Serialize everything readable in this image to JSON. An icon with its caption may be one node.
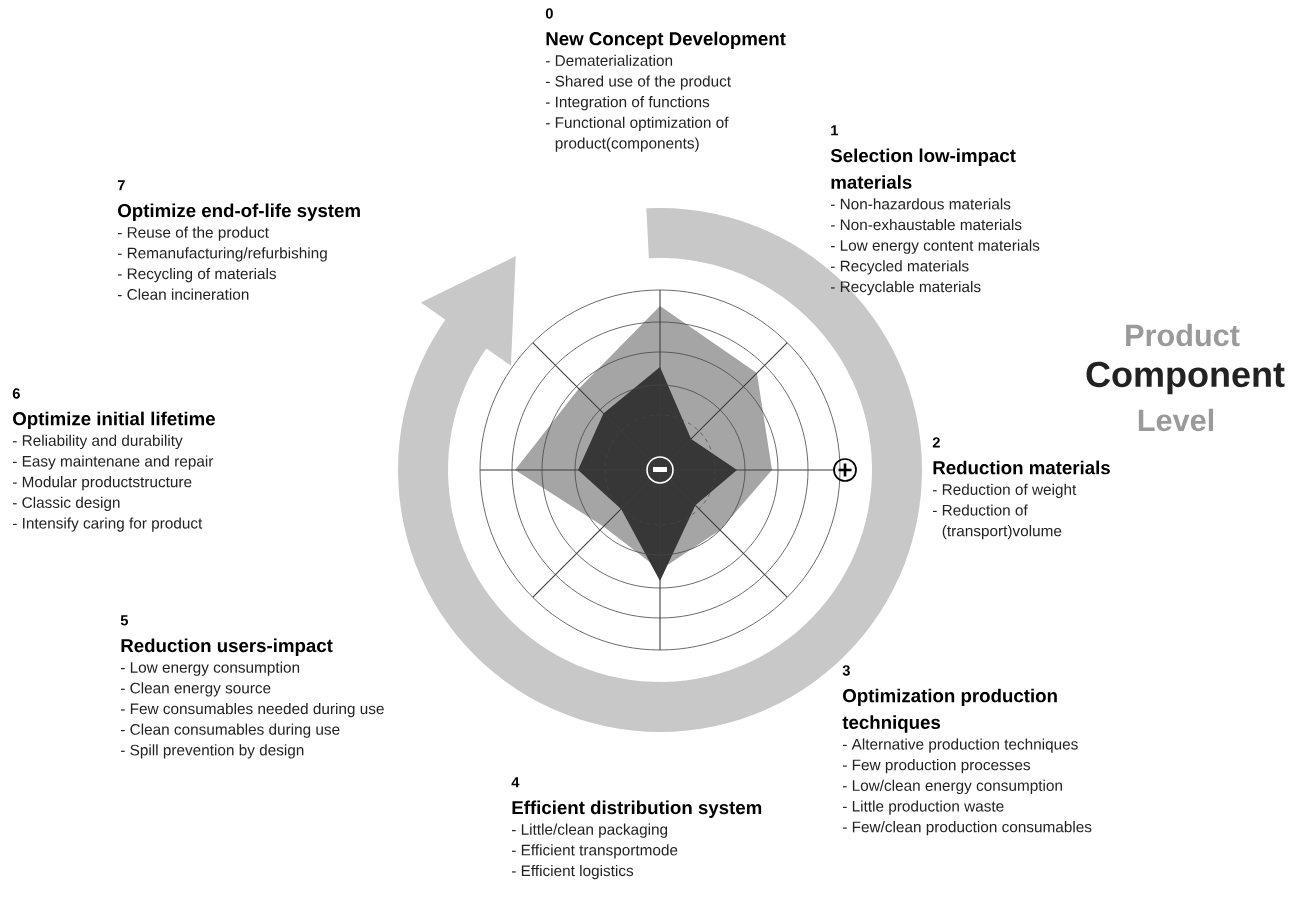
{
  "diagram": {
    "nodes": [
      {
        "text": [
          "0",
          "New Concept Development",
          "- Dematerialization",
          "- Shared use of the product",
          "- Integration of functions",
          "- Functional optimization of product(components)"
        ]
      },
      {
        "text": [
          "1",
          "Selection low-impact materials",
          "- Non-hazardous materials",
          "- Non-exhaustable materials",
          "- Low energy content materials",
          "- Recycled materials",
          "- Recyclable materials"
        ]
      },
      {
        "text": [
          "2",
          "Reduction materials",
          "- Reduction of weight",
          "- Reduction of (transport)volume"
        ]
      },
      {
        "text": [
          "3",
          "Optimization production techniques",
          "- Alternative production techniques",
          "- Few production processes",
          "- Low/clean energy consumption",
          "- Little production waste",
          "- Few/clean production consumables"
        ]
      },
      {
        "text": [
          "4",
          "Efficient distribution system",
          "- Little/clean packaging",
          "- Efficient transportmode",
          "- Efficient logistics"
        ]
      },
      {
        "text": [
          "5",
          "Reduction users-impact",
          "- Low energy consumption",
          "- Clean energy source",
          "- Few consumables needed during use",
          "- Clean consumables during use",
          "- Spill prevention by design"
        ]
      },
      {
        "text": [
          "6",
          "Optimize initial lifetime",
          "- Reliability and durability",
          "- Easy maintenane and repair",
          "- Modular productstructure",
          "- Classic design",
          "- Intensify caring for product"
        ]
      },
      {
        "text": [
          "7",
          "Optimize end-of-life system",
          "- Reuse of the product",
          "- Remanufacturing/refurbishing",
          "- Recycling of materials",
          "- Clean incineration"
        ]
      }
    ],
    "labels": [
      "Product",
      "Component",
      "Level"
    ]
  }
}
